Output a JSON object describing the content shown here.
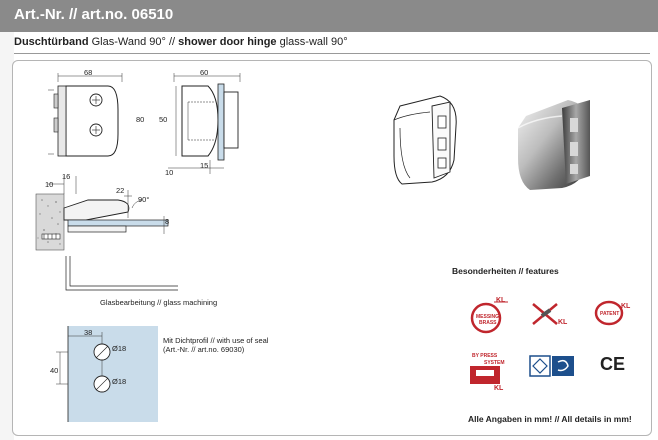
{
  "header": {
    "title": "Art.-Nr. // art.no. 06510"
  },
  "subtitle": {
    "bold_de": "Duschtürband",
    "normal_de": " Glas-Wand 90° // ",
    "bold_en": "shower door hinge",
    "normal_en": " glass-wall 90°"
  },
  "drawing": {
    "dims": {
      "width_68": "68",
      "width_60": "60",
      "height_80": "80",
      "height_50": "50",
      "d_10": "10",
      "d_15": "15",
      "d_16": "16",
      "d_10b": "10",
      "d_22": "22",
      "angle_90": "90°",
      "d_8": "8",
      "d_38": "38",
      "d_40": "40",
      "hole_1": "Ø18",
      "hole_2": "Ø18"
    },
    "glass_machining_label": "Glasbearbeitung // glass machining",
    "seal_note_1": "Mit Dichtprofil // with use of seal",
    "seal_note_2": "(Art.-Nr. // art.no. 69030)"
  },
  "features": {
    "title": "Besonderheiten // features",
    "logos": {
      "kl_messing": "MESSING",
      "kl_messing_2": "BRASS",
      "kl": "KL",
      "patent": "PATENT",
      "by_press": "BY PRESS",
      "system": "SYSTEM",
      "ce": "CE"
    }
  },
  "footer": {
    "note": "Alle Angaben in mm! // All details in mm!"
  },
  "colors": {
    "header_bg": "#8a8a8a",
    "logo_red": "#c0262d",
    "glass_blue": "#c9dcea"
  }
}
